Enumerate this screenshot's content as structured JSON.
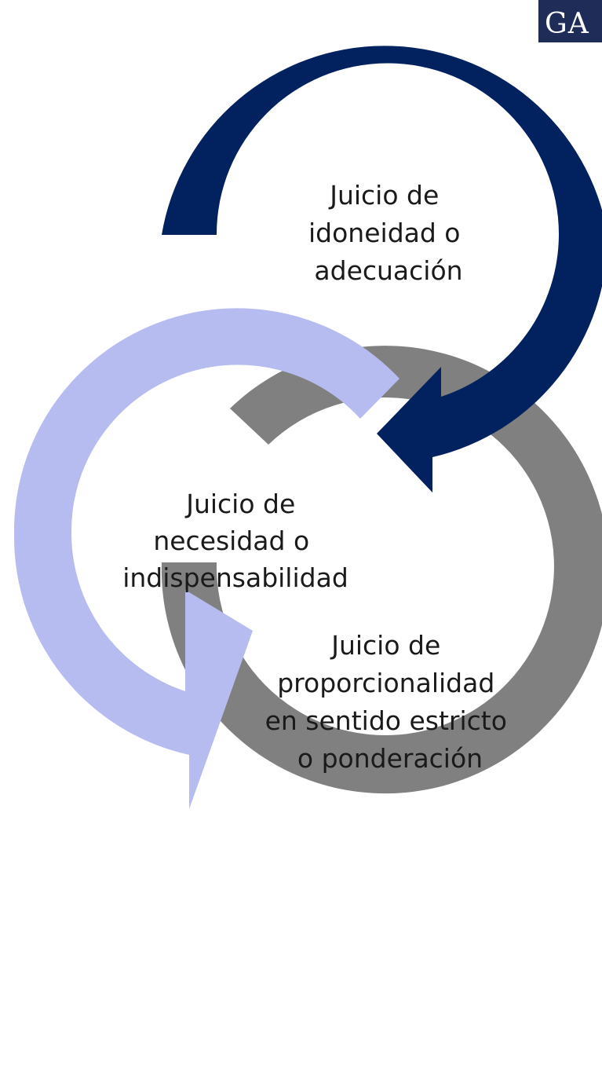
{
  "logo": {
    "text": "GA"
  },
  "colors": {
    "stage_1": "#02225f",
    "stage_2": "#b6bcf0",
    "stage_3": "#808080",
    "logo_background": "#1f2c57",
    "text": "#1a1a1a"
  },
  "stages": [
    {
      "lines": [
        "Juicio de",
        "idoneidad o",
        "adecuación"
      ]
    },
    {
      "lines": [
        "Juicio de",
        "necesidad o",
        "indispensabilidad"
      ]
    },
    {
      "lines": [
        "Juicio de",
        "proporcionalidad",
        "en sentido estricto",
        "o ponderación"
      ]
    }
  ]
}
